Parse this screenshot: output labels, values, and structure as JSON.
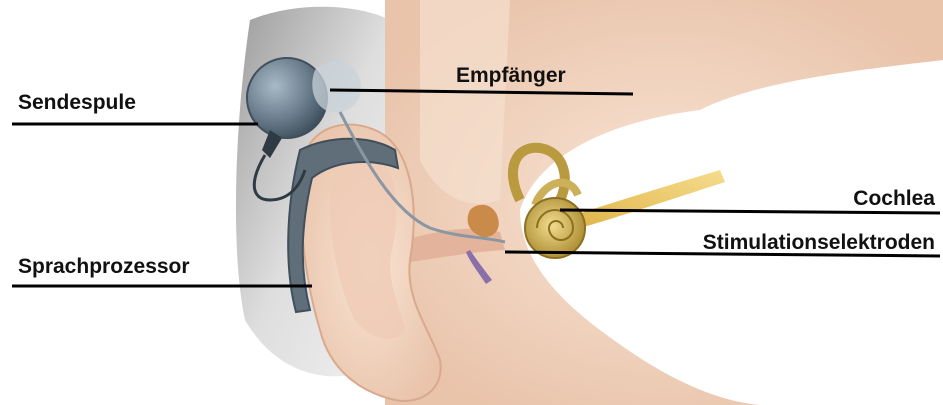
{
  "labels": {
    "sendespule": "Sendespule",
    "empfaenger": "Empfänger",
    "sprachprozessor": "Sprachprozessor",
    "cochlea": "Cochlea",
    "stimulationselektroden": "Stimulationselektroden"
  },
  "colors": {
    "skin": "#f3d8c4",
    "skin_shadow": "#e2b9a0",
    "hair": "#c9c9c9",
    "device": "#6a7d8c",
    "device_dark": "#3f4f5c",
    "cochlea": "#c9a94e",
    "nerve": "#e7c15a",
    "leader_line": "#000000"
  }
}
